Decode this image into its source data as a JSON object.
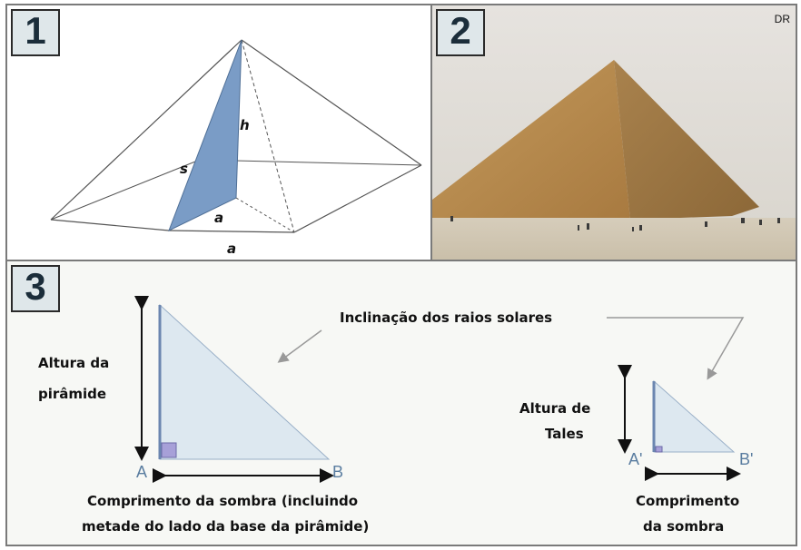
{
  "panel1": {
    "number": "1",
    "labels": {
      "h": "h",
      "s": "s",
      "a_inner": "a",
      "a_base": "a"
    }
  },
  "panel2": {
    "number": "2",
    "credit": "DR"
  },
  "panel3": {
    "number": "3",
    "rays_label": "Inclinação dos raios solares",
    "height_pyramid": [
      "Altura da",
      "pirâmide"
    ],
    "shadow_pyramid": [
      "Comprimento da sombra (incluindo",
      "metade do lado da base da pirâmide)"
    ],
    "height_tales": [
      "Altura de",
      "Tales"
    ],
    "shadow_tales": [
      "Comprimento",
      "da sombra"
    ],
    "points": {
      "A": "A",
      "B": "B",
      "A2": "A'",
      "B2": "B'"
    }
  },
  "colors": {
    "triangle_fill": "#7a9cc6",
    "triangle_light": "#dde8f0",
    "arrow": "#111111",
    "ray_arrow": "#999999"
  }
}
